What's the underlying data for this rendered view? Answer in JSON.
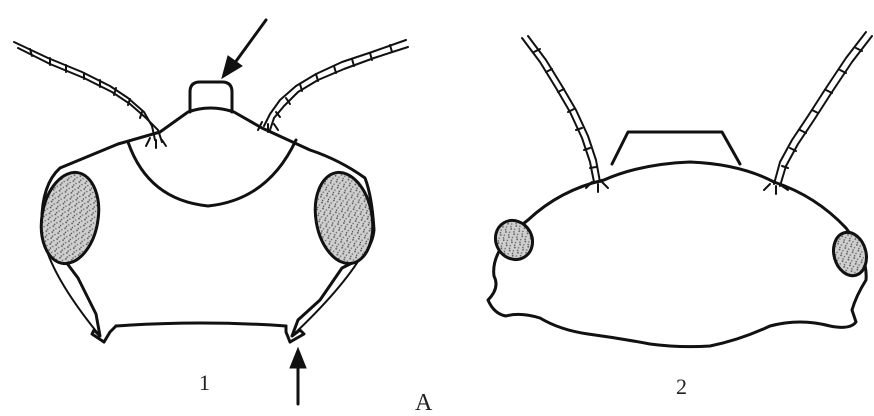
{
  "figure": {
    "panel_letter": "A",
    "sub_labels": [
      "1",
      "2"
    ]
  }
}
